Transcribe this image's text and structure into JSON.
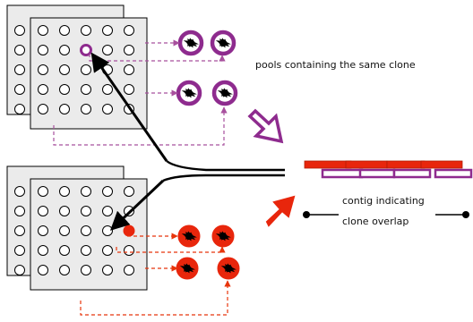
{
  "labels": {
    "pools": "pools containing the same clone",
    "contig_line1": "contig indicating",
    "contig_line2": "clone overlap"
  },
  "plates": [
    {
      "name": "top-plate",
      "rows": 5,
      "cols": 5,
      "highlight_row": 1,
      "highlight_col": 2,
      "highlight": "ring"
    },
    {
      "name": "bottom-plate",
      "rows": 5,
      "cols": 5,
      "highlight_row": 2,
      "highlight_col": 4,
      "highlight": "filled"
    }
  ],
  "colors": {
    "purple": "#8e2b8e",
    "red": "#e8260c",
    "black": "#000000",
    "plate_fill": "#ebebeb",
    "dashed_purple": "#a8509e",
    "dashed_red": "#e8350c"
  },
  "icons": {
    "top_pools": "purple-pool-icon",
    "bottom_pools": "red-pool-icon",
    "top_arrow": "hollow-arrow-icon",
    "bottom_arrow": "solid-arrow-icon"
  }
}
